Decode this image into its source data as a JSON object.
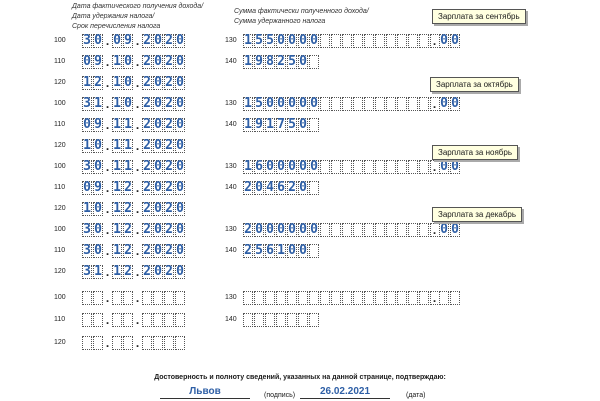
{
  "header_left": [
    "Дата фактического получения дохода/",
    "Дата удержания налога/",
    "Срок перечисления налога"
  ],
  "header_right": [
    "Сумма фактически полученного дохода/",
    "Сумма удержанного налога"
  ],
  "rows": [
    {
      "code": "100",
      "date": [
        "30",
        "09",
        "2020"
      ],
      "scode": "130",
      "amount": "1550000",
      "kop": "00"
    },
    {
      "code": "110",
      "date": [
        "09",
        "10",
        "2020"
      ],
      "scode": "140",
      "amount": "198250"
    },
    {
      "code": "120",
      "date": [
        "12",
        "10",
        "2020"
      ]
    },
    {
      "code": "100",
      "date": [
        "31",
        "10",
        "2020"
      ],
      "scode": "130",
      "amount": "1500000",
      "kop": "00"
    },
    {
      "code": "110",
      "date": [
        "09",
        "11",
        "2020"
      ],
      "scode": "140",
      "amount": "191750"
    },
    {
      "code": "120",
      "date": [
        "10",
        "11",
        "2020"
      ]
    },
    {
      "code": "100",
      "date": [
        "30",
        "11",
        "2020"
      ],
      "scode": "130",
      "amount": "1600000",
      "kop": "00"
    },
    {
      "code": "110",
      "date": [
        "09",
        "12",
        "2020"
      ],
      "scode": "140",
      "amount": "204620"
    },
    {
      "code": "120",
      "date": [
        "10",
        "12",
        "2020"
      ]
    },
    {
      "code": "100",
      "date": [
        "30",
        "12",
        "2020"
      ],
      "scode": "130",
      "amount": "2000000",
      "kop": "00"
    },
    {
      "code": "110",
      "date": [
        "30",
        "12",
        "2020"
      ],
      "scode": "140",
      "amount": "256100"
    },
    {
      "code": "120",
      "date": [
        "31",
        "12",
        "2020"
      ]
    },
    {
      "code": "100",
      "date": [
        "",
        "",
        ""
      ],
      "scode": "130",
      "amount": "",
      "kop": ""
    },
    {
      "code": "110",
      "date": [
        "",
        "",
        ""
      ],
      "scode": "140",
      "amount": ""
    },
    {
      "code": "120",
      "date": [
        "",
        "",
        ""
      ]
    }
  ],
  "tags": [
    "Зарплата за сентябрь",
    "Зарплата за октябрь",
    "Зарплата за ноябрь",
    "Зарплата за декабрь"
  ],
  "footer": {
    "statement": "Достоверность и полноту сведений, указанных на данной странице, подтверждаю:",
    "signature": "Львов",
    "signature_caption": "(подпись)",
    "date": "26.02.2021",
    "date_caption": "(дата)"
  }
}
